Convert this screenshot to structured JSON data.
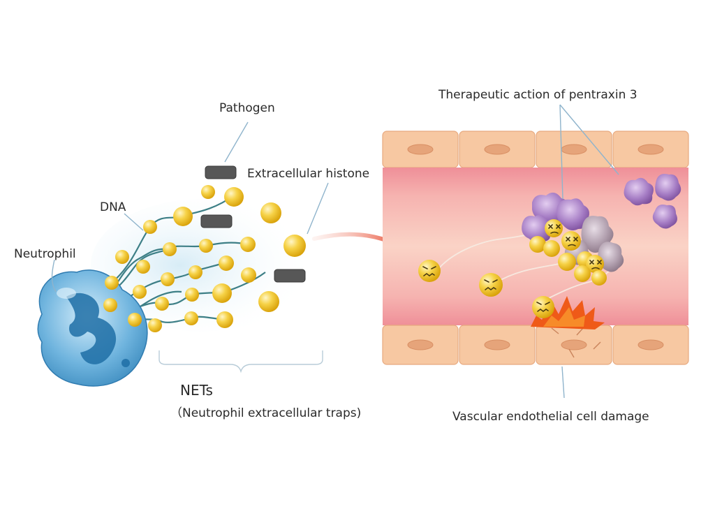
{
  "labels": {
    "pathogen": "Pathogen",
    "extracellular_histone": "Extracellular histone",
    "dna": "DNA",
    "neutrophil": "Neutrophil",
    "nets": "NETs",
    "nets_full": "（Neutrophil extracellular traps)",
    "therapeutic_action": "Therapeutic action of pentraxin 3",
    "vascular_damage": "Vascular endothelial cell damage"
  },
  "colors": {
    "histone": "#f3c838",
    "neutrophil": "#4f9fd1",
    "pathogen": "#555555",
    "pentraxin": "#a57cc4",
    "arrow": "#e43a1e",
    "vessel_lumen": "#f5b8ad",
    "endothelial_cell": "#f7c8a2"
  }
}
